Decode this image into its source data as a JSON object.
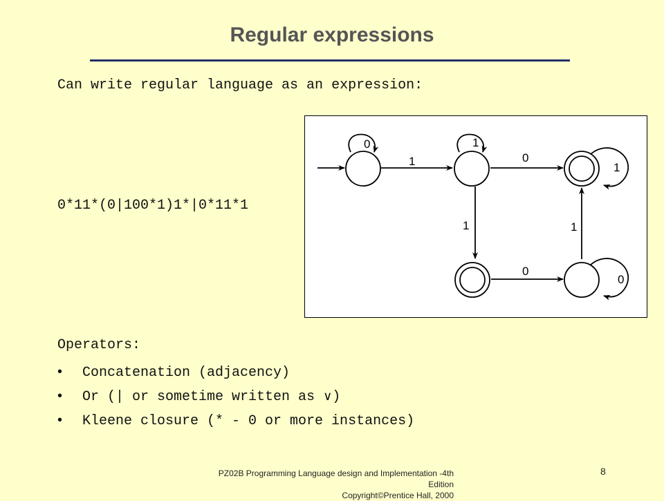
{
  "slide": {
    "title": "Regular expressions",
    "intro": "Can write regular language as an expression:",
    "regex": "0*11*(0|100*1)1*|0*11*1",
    "operators_heading": "Operators:",
    "bullets": [
      {
        "text": "Concatenation (adjacency)"
      },
      {
        "before": "Or (| or sometime written as ",
        "symbol": "∨",
        "after": ")"
      },
      {
        "text": "Kleene closure (* - 0 or more instances)"
      }
    ],
    "footer": {
      "course": "PZ02B    Programming Language design and Implementation -4th Edition",
      "copyright": "Copyright©Prentice Hall,  2000"
    },
    "page_number": "8"
  },
  "diagram": {
    "labels": {
      "s0_loop": "0",
      "s0_s1": "1",
      "s1_loop": "1",
      "s1_s2": "0",
      "s2_loop": "1",
      "s1_s3": "1",
      "s3_s4": "0",
      "s4_loop": "0",
      "s4_s2": "1"
    }
  },
  "colors": {
    "background": "#ffffcc",
    "title": "#555555",
    "rule": "#1f2f66"
  }
}
